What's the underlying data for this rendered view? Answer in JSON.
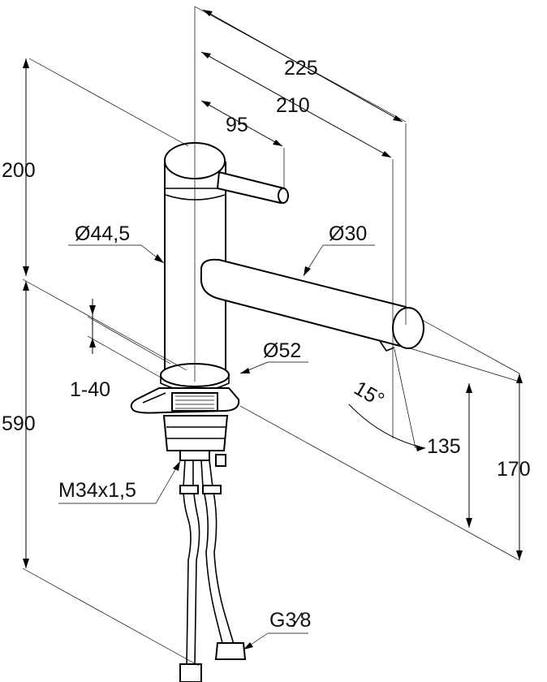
{
  "dimensions": {
    "overall_reach": "225",
    "spout_reach": "210",
    "lever_reach": "95",
    "body_height": "200",
    "shank_length": "590",
    "body_diameter": "Ø44,5",
    "spout_diameter": "Ø30",
    "base_diameter": "Ø52",
    "deck_thickness": "1-40",
    "spout_angle": "15°",
    "outlet_height": "135",
    "spout_height": "170",
    "thread": "M34x1,5",
    "connection": "G3⁄8"
  }
}
